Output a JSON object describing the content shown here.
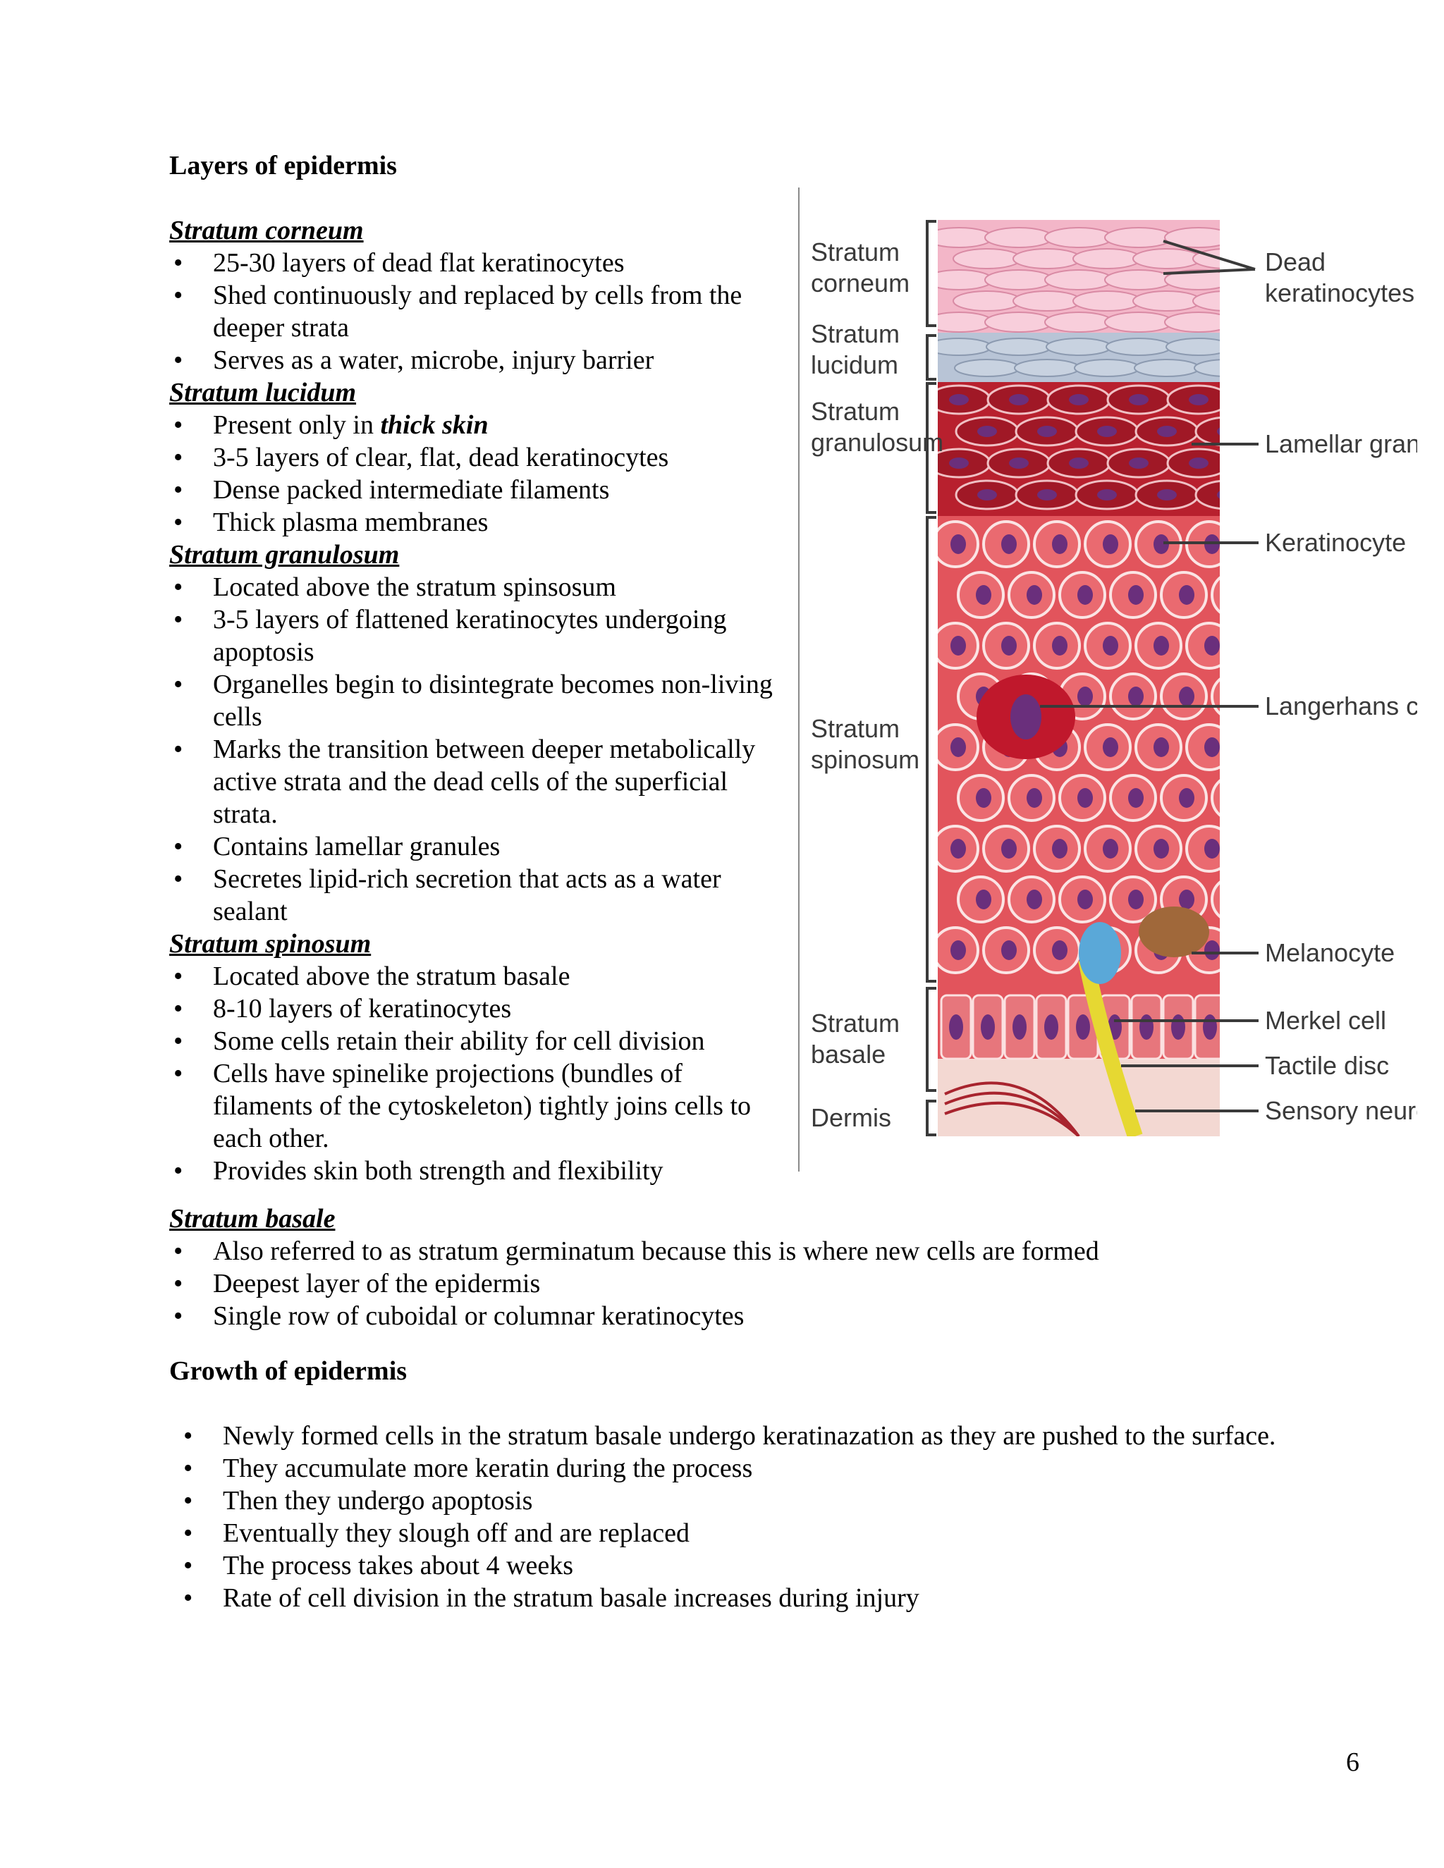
{
  "layers_heading": "Layers of epidermis",
  "sections": {
    "corneum": {
      "title": "Stratum corneum",
      "items": [
        "25-30 layers of dead flat keratinocytes",
        "Shed continuously and replaced by cells from the deeper strata",
        "Serves as a water, microbe, injury barrier"
      ]
    },
    "lucidum": {
      "title": "Stratum lucidum",
      "item0_prefix": "Present only in ",
      "item0_emph": "thick skin",
      "items": [
        "3-5 layers of clear, flat, dead keratinocytes",
        "Dense packed intermediate filaments",
        "Thick plasma membranes"
      ]
    },
    "granulosum": {
      "title": "Stratum granulosum",
      "items": [
        "Located above the stratum spinsosum",
        "3-5 layers of flattened keratinocytes undergoing apoptosis",
        "Organelles begin to disintegrate becomes non-living cells",
        "Marks the transition between deeper metabolically active strata and the dead cells of the superficial strata.",
        "Contains lamellar granules",
        "Secretes lipid-rich secretion that acts as a water sealant"
      ]
    },
    "spinosum": {
      "title": "Stratum spinosum",
      "items": [
        "Located above the stratum basale",
        "8-10 layers of keratinocytes",
        "Some cells retain their ability for cell division",
        "Cells have spinelike projections (bundles of filaments of the cytoskeleton) tightly joins cells to each other.",
        "Provides skin both strength and flexibility"
      ]
    },
    "basale": {
      "title": "Stratum basale",
      "items": [
        "Also referred to as stratum germinatum because this is where new cells are formed",
        "Deepest layer of the epidermis",
        "Single row of cuboidal or columnar keratinocytes"
      ]
    }
  },
  "growth": {
    "heading": "Growth of epidermis",
    "items": [
      "Newly formed cells in the stratum basale undergo keratinazation as they are pushed to the surface.",
      "They accumulate more keratin during the process",
      "Then they undergo apoptosis",
      "Eventually they slough off and are replaced",
      "The process takes about 4 weeks",
      "Rate of cell division in the stratum basale increases during injury"
    ]
  },
  "figure": {
    "left_labels": {
      "corneum": [
        "Stratum",
        "corneum"
      ],
      "lucidum": [
        "Stratum",
        "lucidum"
      ],
      "granulosum": [
        "Stratum",
        "granulosum"
      ],
      "spinosum": [
        "Stratum",
        "spinosum"
      ],
      "basale": [
        "Stratum",
        "basale"
      ],
      "dermis": [
        "Dermis"
      ]
    },
    "right_labels": {
      "dead": [
        "Dead",
        "keratinocytes"
      ],
      "lamellar": [
        "Lamellar granules"
      ],
      "keratinocyte": [
        "Keratinocyte"
      ],
      "langerhans": [
        "Langerhans cell"
      ],
      "melanocyte": [
        "Melanocyte"
      ],
      "merkel": [
        "Merkel cell"
      ],
      "tactile": [
        "Tactile disc"
      ],
      "sensory": [
        "Sensory neuron"
      ]
    },
    "colors": {
      "corneum": "#f3b6c8",
      "lucidum": "#b8c4d6",
      "granulosum": "#b8202e",
      "spinosum": "#e2545c",
      "nucleus": "#6a2f7c",
      "langerhans": "#c0182c",
      "melanocyte": "#a0683a",
      "merkel": "#5aa8d8",
      "neuron": "#e6d832",
      "dermis": "#f3d8d2",
      "label": "#3a3a3a"
    }
  },
  "bullet": "•",
  "page_number": "6"
}
